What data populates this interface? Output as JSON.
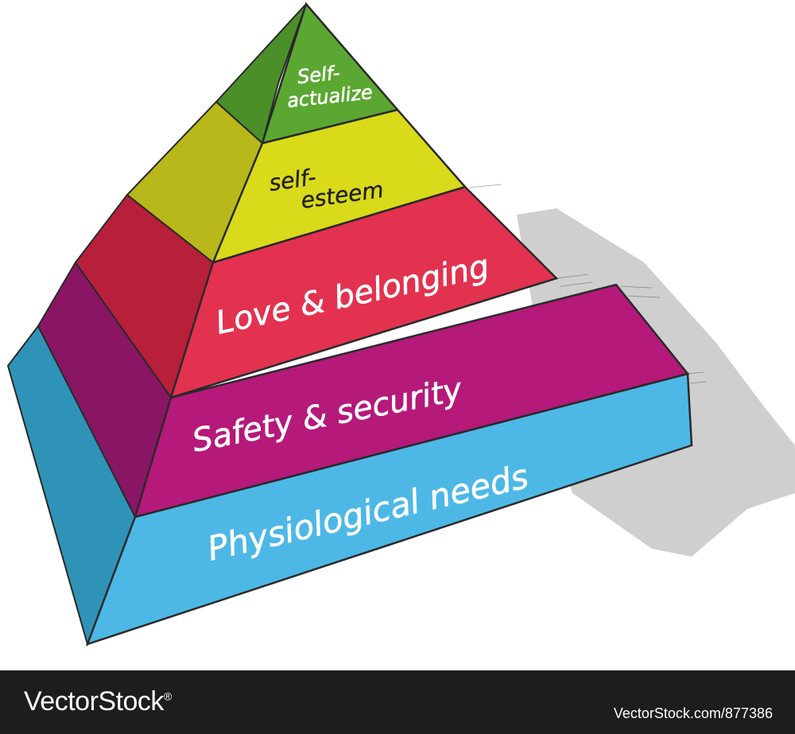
{
  "diagram": {
    "levels": [
      {
        "id": "self-actualize",
        "lines": [
          "Self-",
          "actualize"
        ],
        "color": "#5aa832",
        "side_color": "#4a8f28"
      },
      {
        "id": "self-esteem",
        "lines": [
          "self-",
          "esteem"
        ],
        "color": "#d9da1a",
        "side_color": "#b8b81a"
      },
      {
        "id": "love-belonging",
        "lines": [
          "Love & belonging"
        ],
        "color": "#e2324f",
        "side_color": "#b81f3a"
      },
      {
        "id": "safety-security",
        "lines": [
          "Safety & security"
        ],
        "color": "#b5197a",
        "side_color": "#8a1565"
      },
      {
        "id": "physiological-needs",
        "lines": [
          "Physiological needs"
        ],
        "color": "#4db8e6",
        "side_color": "#2f93b8"
      }
    ],
    "shadow_color": "#cfcfcf",
    "outline_color": "#2a2a2a"
  },
  "footer": {
    "brand": "VectorStock",
    "registered": "®",
    "stock_id": "VectorStock.com/877386",
    "background": "#1d1d1b"
  }
}
